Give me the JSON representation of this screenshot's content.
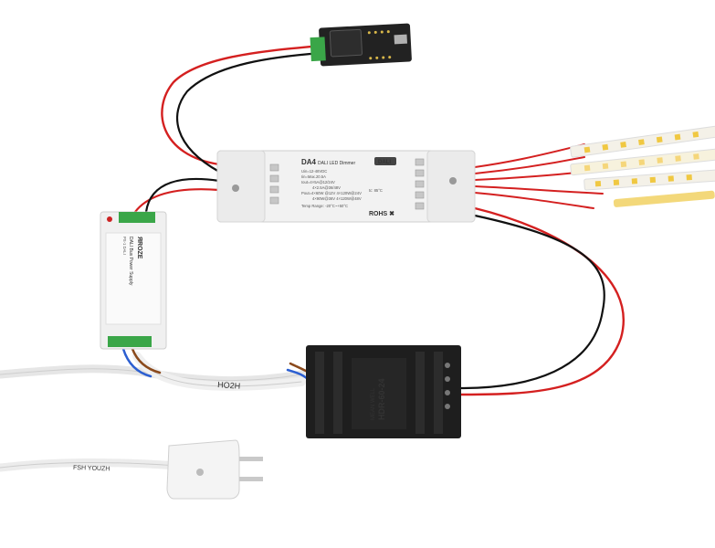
{
  "photo": {
    "dimmer": {
      "model": "DA4",
      "title": "DALI LED Dimmer",
      "brand_badge": "DALI",
      "specs": [
        "Uin=12-48VDC",
        "Iin=Max.20.5A",
        "Iout=4×5A@12/24V",
        "4×2.5A@36/48V",
        "Pout=4×60W @12V  4×120W@24V",
        "4×90W@36V  4×120W@48V",
        "Temp Range: -20°C~+50°C"
      ],
      "tc": "tc: 85°C",
      "marks": "ROHS ✖"
    },
    "bus_power": {
      "brand": "ЯROZE",
      "title": "DALI Bus Power Supply",
      "model": "PS-1 DALI"
    },
    "psu": {
      "brand": "MEAN WELL",
      "model": "HDR-60-24",
      "cable_print": "HO2H"
    },
    "plug_cable_print": "FSH  YOUZH",
    "colors": {
      "background": "#ffffff",
      "wire_red": "#d42020",
      "wire_black": "#111111",
      "enclosure": "#f2f2f2",
      "psu_body": "#1e1e1e",
      "board": "#222222",
      "terminal_green": "#3aa648",
      "strip_warm": "#f5d67a",
      "strip_white": "#f4f1e8"
    }
  }
}
